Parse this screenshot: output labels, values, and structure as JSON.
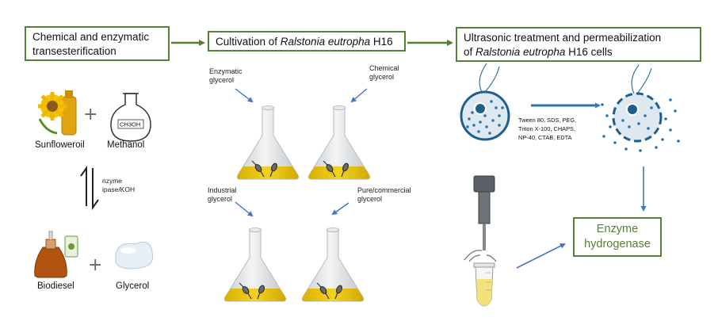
{
  "steps": {
    "step1": "Chemical and enzymatic transesterification",
    "step2_prefix": "Cultivation of ",
    "step2_species": "Ralstonia eutropha",
    "step2_suffix": " H16",
    "step3_line1": "Ultrasonic treatment and permeabilization",
    "step3_line2_prefix": "of ",
    "step3_species": "Ralstonia eutropha",
    "step3_line2_suffix": " H16 cells",
    "product_line1": "Enzyme",
    "product_line2": "hydrogenase"
  },
  "left": {
    "sunflower_oil": "Sunfloweroil",
    "methanol": "Methanol",
    "flask_formula": "CH3OH",
    "plus": "+",
    "catalyst_line1": "nzyme",
    "catalyst_line2": "ipase/KOH",
    "biodiesel": "Biodiesel",
    "glycerol": "Glycerol"
  },
  "flasks": {
    "enzymatic_line1": "Enzymatic",
    "enzymatic_line2": "glycerol",
    "chemical_line1": "Chemical",
    "chemical_line2": "glycerol",
    "industrial_line1": "Industrial",
    "industrial_line2": "glycerol",
    "pure_line1": "Pure/commercial",
    "pure_line2": "glycerol"
  },
  "treatment": {
    "line1": "Tween 80,  SDS,  PEG,",
    "line2": "Triton  X-100,  CHAPS,",
    "line3": "NP-40, CTAB,  EDTA"
  },
  "colors": {
    "box_border": "#548235",
    "arrow_green": "#548235",
    "arrow_blue": "#4472C4",
    "cell_fill": "#2E75A6",
    "liquid": "#E8C20A"
  }
}
